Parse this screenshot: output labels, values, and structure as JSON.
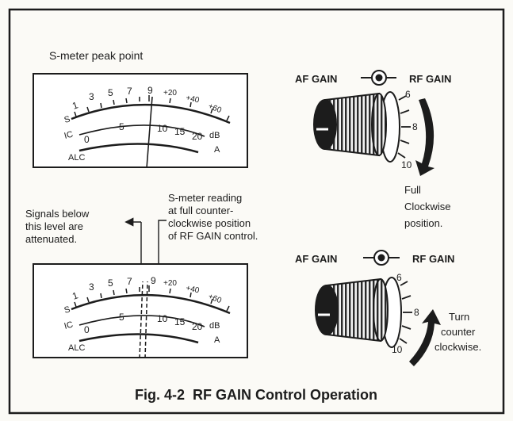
{
  "figure": {
    "caption": "Fig. 4-2  RF GAIN Control Operation",
    "meter1": {
      "title": "S-meter peak point",
      "s_label": "S",
      "s_scale": [
        "1",
        "3",
        "5",
        "7",
        "9",
        "+20",
        "+40",
        "+60"
      ],
      "ic_label": "IC",
      "ic_scale": [
        "0",
        "5",
        "10",
        "15",
        "20"
      ],
      "alc_label": "ALC",
      "db_unit": "dB",
      "a_unit": "A"
    },
    "meter2": {
      "s_label": "S",
      "s_scale": [
        "1",
        "3",
        "5",
        "7",
        "9",
        "+20",
        "+40",
        "+60"
      ],
      "ic_label": "IC",
      "ic_scale": [
        "0",
        "5",
        "10",
        "15",
        "20"
      ],
      "alc_label": "ALC",
      "db_unit": "dB",
      "a_unit": "A"
    },
    "annotation_left": [
      "Signals below",
      "this level are",
      "attenuated."
    ],
    "annotation_right": [
      "S-meter reading",
      "at full counter-",
      "clockwise position",
      "of RF GAIN control."
    ],
    "knob1": {
      "af_label": "AF  GAIN",
      "rf_label": "RF  GAIN",
      "ticks": [
        "6",
        "8",
        "10"
      ],
      "note": [
        "Full",
        "Clockwise",
        "position."
      ]
    },
    "knob2": {
      "af_label": "AF  GAIN",
      "rf_label": "RF  GAIN",
      "ticks": [
        "6",
        "8",
        "10"
      ],
      "note": [
        "Turn",
        "counter",
        "clockwise."
      ]
    }
  }
}
